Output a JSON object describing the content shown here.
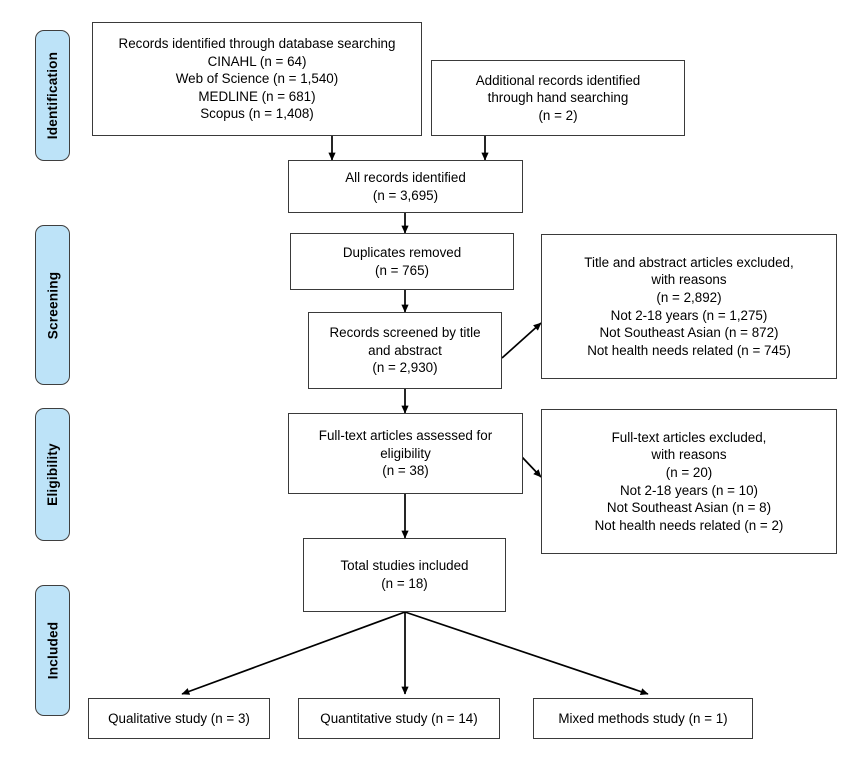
{
  "diagram": {
    "type": "prisma-flow-diagram",
    "stages": [
      {
        "id": "identification",
        "label": "Identification"
      },
      {
        "id": "screening",
        "label": "Screening"
      },
      {
        "id": "eligibility",
        "label": "Eligibility"
      },
      {
        "id": "included",
        "label": "Included"
      }
    ],
    "boxes": {
      "database_search": "Records identified through database searching\nCINAHL (n = 64)\nWeb of Science (n = 1,540)\nMEDLINE (n = 681)\nScopus (n = 1,408)",
      "hand_search": "Additional records identified\nthrough hand searching\n(n = 2)",
      "all_records": "All records identified\n(n = 3,695)",
      "duplicates_removed": "Duplicates removed\n(n = 765)",
      "records_screened": "Records screened by title\nand abstract\n(n = 2,930)",
      "title_abstract_excluded": "Title and abstract articles excluded,\nwith reasons\n(n = 2,892)\nNot 2-18 years (n = 1,275)\nNot Southeast Asian (n = 872)\nNot health needs related (n = 745)",
      "fulltext_assessed": "Full-text articles assessed for\neligibility\n(n = 38)",
      "fulltext_excluded": "Full-text articles excluded,\nwith reasons\n(n = 20)\nNot 2-18 years (n = 10)\nNot Southeast Asian (n = 8)\nNot health needs related (n = 2)",
      "total_included": "Total studies included\n(n = 18)",
      "qualitative": "Qualitative study (n = 3)",
      "quantitative": "Quantitative study (n = 14)",
      "mixed_methods": "Mixed methods study (n = 1)"
    },
    "colors": {
      "stage_tab_fill": "#bde3f8",
      "stage_tab_border": "#3f3f3f",
      "box_border": "#3a3a3a",
      "arrow": "#000000",
      "background": "#ffffff"
    }
  }
}
